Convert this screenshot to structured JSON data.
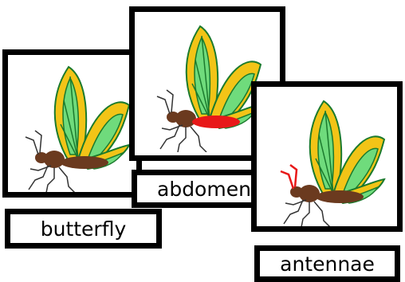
{
  "cards": {
    "butterfly": {
      "label": "butterfly",
      "highlight": "none"
    },
    "abdomen": {
      "label": "abdomen",
      "highlight": "abdomen"
    },
    "antennae": {
      "label": "antennae",
      "highlight": "antennae"
    }
  },
  "colors": {
    "frame": "#000000",
    "wing_yellow": "#f2c417",
    "wing_green": "#6fdb7c",
    "wing_outline": "#1b7a2d",
    "body_brown": "#6b3a1f",
    "highlight_red": "#e81818",
    "legs": "#333333"
  },
  "icons": [
    "butterfly-illustration"
  ]
}
